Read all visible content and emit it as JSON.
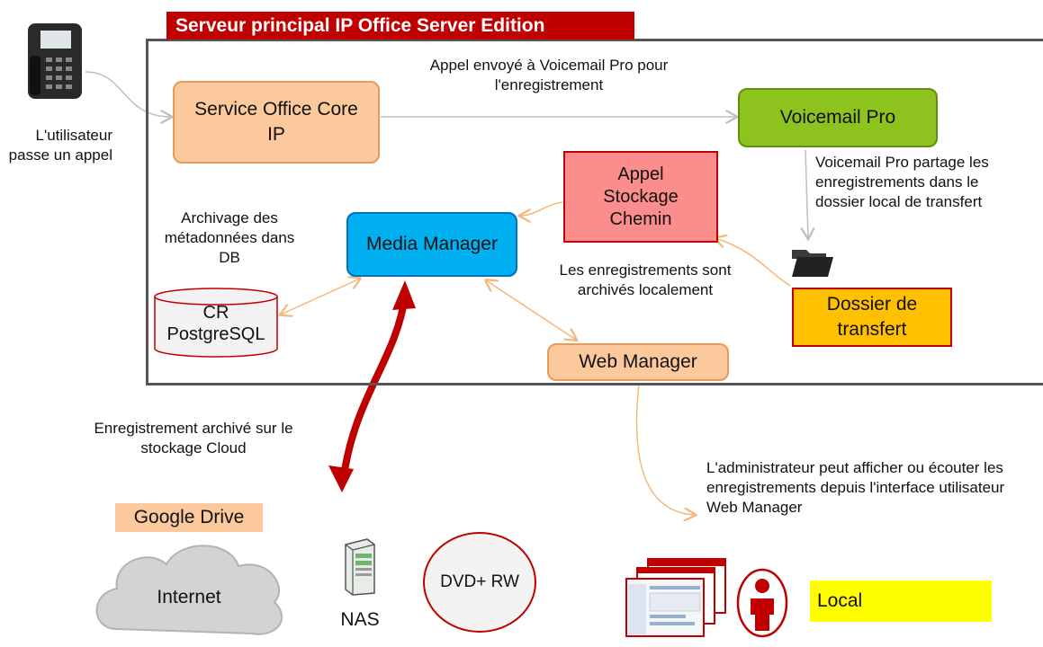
{
  "server_title": "Serveur principal IP Office Server Edition",
  "nodes": {
    "core": "Service Office Core IP",
    "voicemail": "Voicemail Pro",
    "call_storage": "Appel Stockage Chemin",
    "media_manager": "Media Manager",
    "cr_db": "CR PostgreSQL",
    "transfer_folder": "Dossier de transfert",
    "web_manager": "Web Manager",
    "google_drive": "Google Drive",
    "internet": "Internet",
    "nas": "NAS",
    "dvd": "DVD+ RW",
    "local": "Local"
  },
  "annotations": {
    "user_call": "L'utilisateur passe un appel",
    "call_sent": "Appel envoyé à Voicemail Pro pour l'enregistrement",
    "vm_shares": "Voicemail Pro partage les enregistrements dans le dossier local de transfert",
    "metadata": "Archivage des métadonnées dans DB",
    "archived_locally": "Les enregistrements sont archivés localement",
    "cloud_archive": "Enregistrement archivé sur le stockage Cloud",
    "admin_view": "L'administrateur peut afficher ou écouter les enregistrements depuis l'interface utilisateur Web Manager"
  },
  "colors": {
    "title_bg": "#c00000",
    "core_fill": "#fbc99b",
    "voicemail_fill": "#8dc21f",
    "call_storage_fill": "#fb8d8d",
    "media_manager_fill": "#00b0f0",
    "transfer_fill": "#ffc000",
    "local_fill": "#ffff00",
    "cloud_arrow": "#c00000",
    "orange_link": "#f5b77a",
    "gray_link": "#bfbfbf"
  }
}
